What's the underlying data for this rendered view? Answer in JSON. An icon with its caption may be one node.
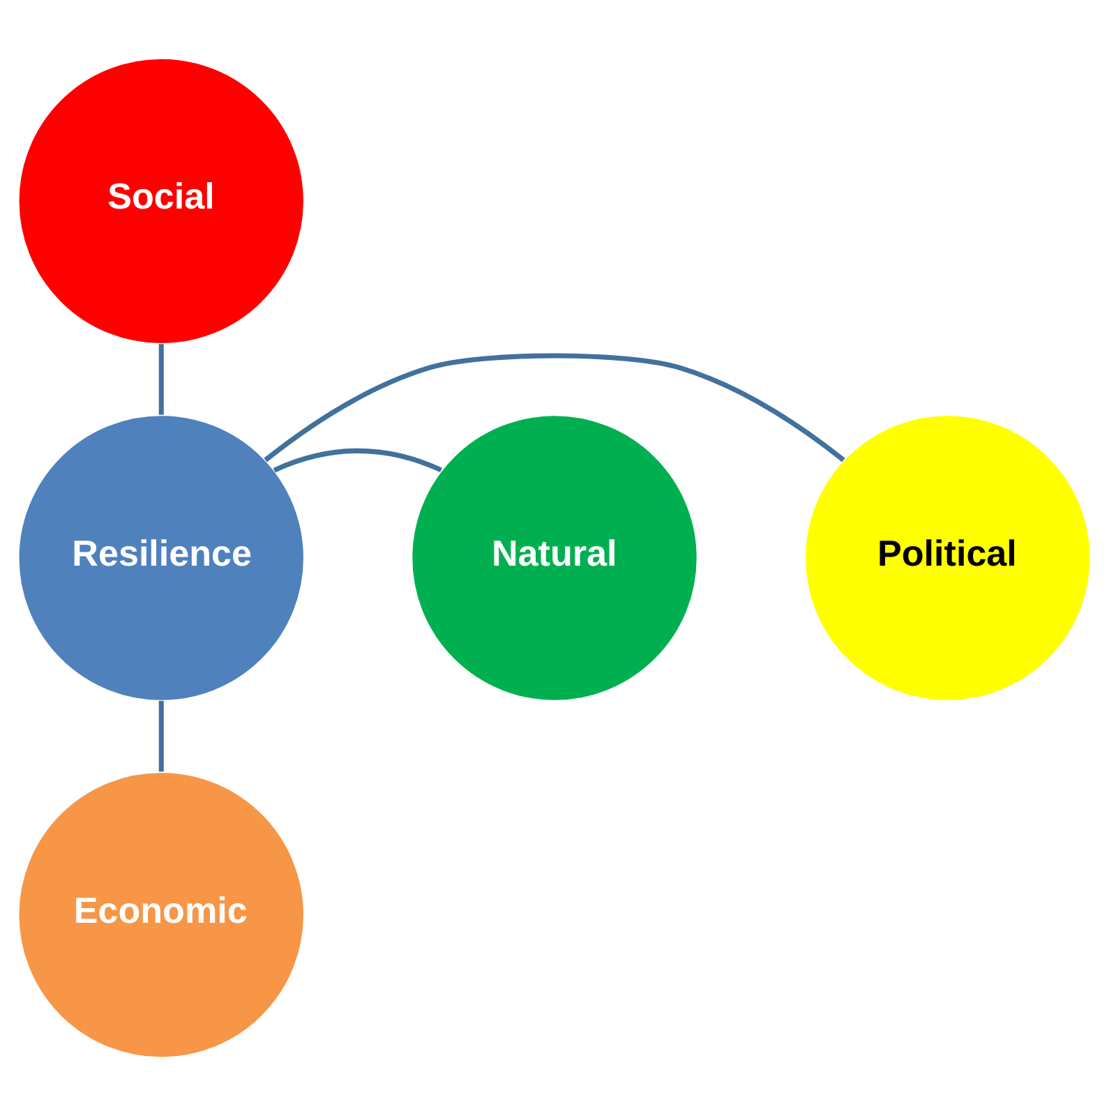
{
  "diagram": {
    "nodes": [
      {
        "text": [
          "Social"
        ]
      },
      {
        "text": [
          "Political"
        ]
      },
      {
        "text": [
          "Resilience"
        ]
      },
      {
        "text": [
          "Natural"
        ]
      },
      {
        "text": [
          "Economic"
        ]
      }
    ],
    "edges": [
      {
        "from": 2,
        "to": 0,
        "arrow": "none"
      },
      {
        "from": 2,
        "to": 1,
        "arrow": "none"
      },
      {
        "from": 2,
        "to": 3,
        "arrow": "none"
      },
      {
        "from": 2,
        "to": 4,
        "arrow": "none"
      }
    ]
  }
}
